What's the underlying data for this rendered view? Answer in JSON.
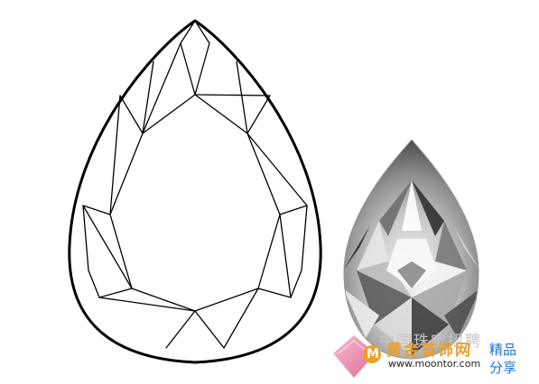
{
  "image": {
    "subject": "pear-shaped-diamond",
    "background_color": "#ffffff",
    "line_color": "#000000"
  },
  "watermark": {
    "faint_text": "中国珠宝招聘",
    "logo_letter": "M",
    "site_name_cn": "黄金首饰网",
    "site_url": "www.moontor.com",
    "tag_line_1": "精品",
    "tag_line_2": "分享",
    "colors": {
      "diamond_pink": "#e8709a",
      "logo_orange": "#f0a020",
      "text_gold": "#e8a030",
      "tag_blue": "#1a74d4"
    }
  }
}
